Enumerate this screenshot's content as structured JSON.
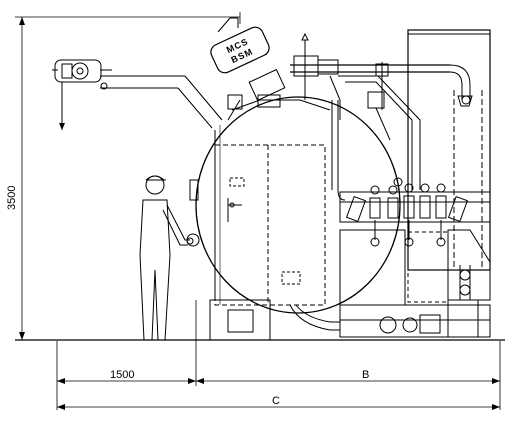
{
  "drawing": {
    "dimensions": {
      "height_label": "3500",
      "clearance_label": "1500",
      "b_label": "B",
      "c_label": "C"
    },
    "logo": {
      "line1": "MCS",
      "line2": "BSM"
    },
    "colors": {
      "ink": "#000000",
      "paper": "#ffffff"
    }
  }
}
